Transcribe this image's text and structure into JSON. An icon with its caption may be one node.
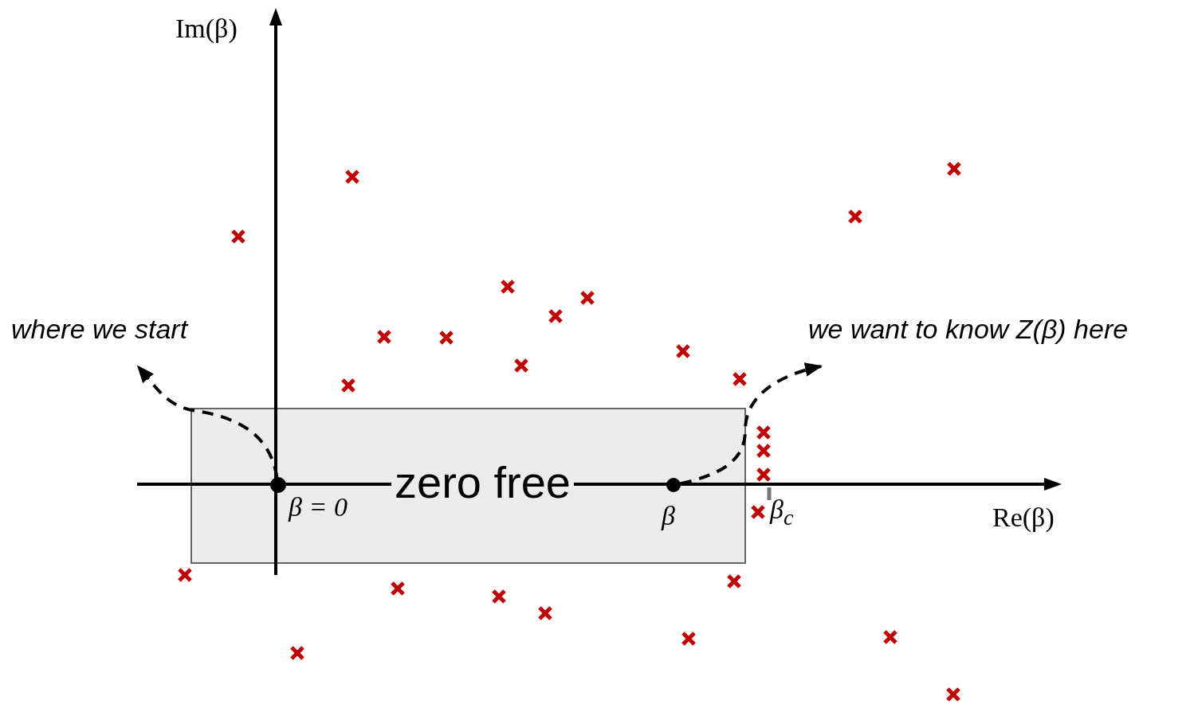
{
  "diagram": {
    "nodes": [
      {
        "text": [
          "where we start"
        ]
      },
      {
        "text": [
          "we want to know Z(β) here"
        ]
      },
      {
        "text": [
          "zero free"
        ]
      },
      {
        "text": [],
        "shape": "circle",
        "beside": [
          "β = 0"
        ],
        "in": 2
      },
      {
        "text": [],
        "shape": "circle",
        "beside": [
          "β"
        ],
        "in": 2
      }
    ],
    "edges": [
      {
        "from": 3,
        "to": 0,
        "arrow": "to",
        "style": "dashed"
      },
      {
        "from": 4,
        "to": 1,
        "arrow": "to",
        "style": "dashed"
      }
    ],
    "labels": [
      "Im(β)",
      "Re(β)",
      "β$_{c}$"
    ]
  }
}
